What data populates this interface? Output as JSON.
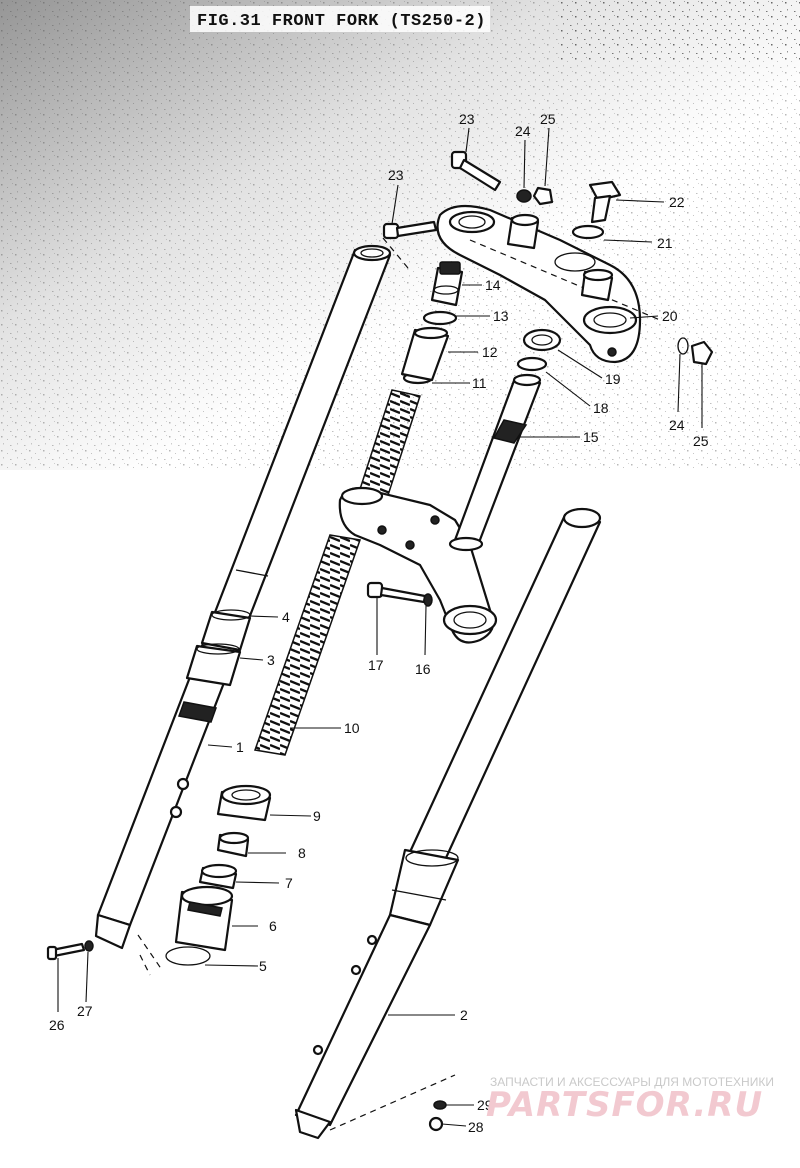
{
  "title": "FIG.31  FRONT FORK (TS250-2)",
  "callouts": [
    {
      "id": "c1",
      "label": "1"
    },
    {
      "id": "c2",
      "label": "2"
    },
    {
      "id": "c3",
      "label": "3"
    },
    {
      "id": "c4",
      "label": "4"
    },
    {
      "id": "c5",
      "label": "5"
    },
    {
      "id": "c6",
      "label": "6"
    },
    {
      "id": "c7",
      "label": "7"
    },
    {
      "id": "c8",
      "label": "8"
    },
    {
      "id": "c9",
      "label": "9"
    },
    {
      "id": "c10",
      "label": "10"
    },
    {
      "id": "c11",
      "label": "11"
    },
    {
      "id": "c12",
      "label": "12"
    },
    {
      "id": "c13",
      "label": "13"
    },
    {
      "id": "c14",
      "label": "14"
    },
    {
      "id": "c15",
      "label": "15"
    },
    {
      "id": "c16",
      "label": "16"
    },
    {
      "id": "c17",
      "label": "17"
    },
    {
      "id": "c18",
      "label": "18"
    },
    {
      "id": "c19",
      "label": "19"
    },
    {
      "id": "c20",
      "label": "20"
    },
    {
      "id": "c21",
      "label": "21"
    },
    {
      "id": "c22",
      "label": "22"
    },
    {
      "id": "c23a",
      "label": "23"
    },
    {
      "id": "c23b",
      "label": "23"
    },
    {
      "id": "c24a",
      "label": "24"
    },
    {
      "id": "c24b",
      "label": "24"
    },
    {
      "id": "c25a",
      "label": "25"
    },
    {
      "id": "c25b",
      "label": "25"
    },
    {
      "id": "c26",
      "label": "26"
    },
    {
      "id": "c27",
      "label": "27"
    },
    {
      "id": "c28",
      "label": "28"
    },
    {
      "id": "c29",
      "label": "29"
    }
  ],
  "watermark": {
    "tagline": "ЗАПЧАСТИ И АКСЕССУАРЫ ДЛЯ МОТОТЕХНИКИ",
    "brand": "PARTSFOR.RU"
  }
}
